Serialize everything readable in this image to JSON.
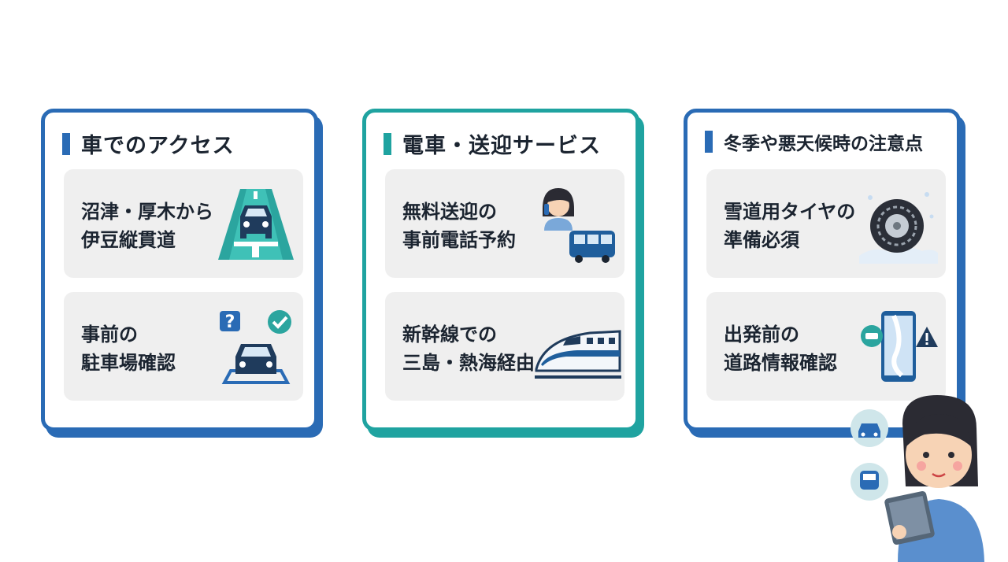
{
  "cards": [
    {
      "title": "車でのアクセス",
      "items": [
        {
          "line1": "沼津・厚木から",
          "line2": "伊豆縦貫道",
          "icon": "highway-car-icon"
        },
        {
          "line1": "事前の",
          "line2": "駐車場確認",
          "icon": "parking-check-icon"
        }
      ]
    },
    {
      "title": "電車・送迎サービス",
      "items": [
        {
          "line1": "無料送迎の",
          "line2": "事前電話予約",
          "icon": "phone-bus-icon"
        },
        {
          "line1": "新幹線での",
          "line2": "三島・熱海経由",
          "icon": "shinkansen-icon"
        }
      ]
    },
    {
      "title": "冬季や悪天候時の注意点",
      "items": [
        {
          "line1": "雪道用タイヤの",
          "line2": "準備必須",
          "icon": "snow-tire-icon"
        },
        {
          "line1": "出発前の",
          "line2": "道路情報確認",
          "icon": "road-info-phone-icon"
        }
      ]
    }
  ],
  "colors": {
    "blue": "#2a6bb5",
    "teal": "#1fa3a0",
    "item_bg": "#efefef",
    "text": "#1b2430"
  }
}
